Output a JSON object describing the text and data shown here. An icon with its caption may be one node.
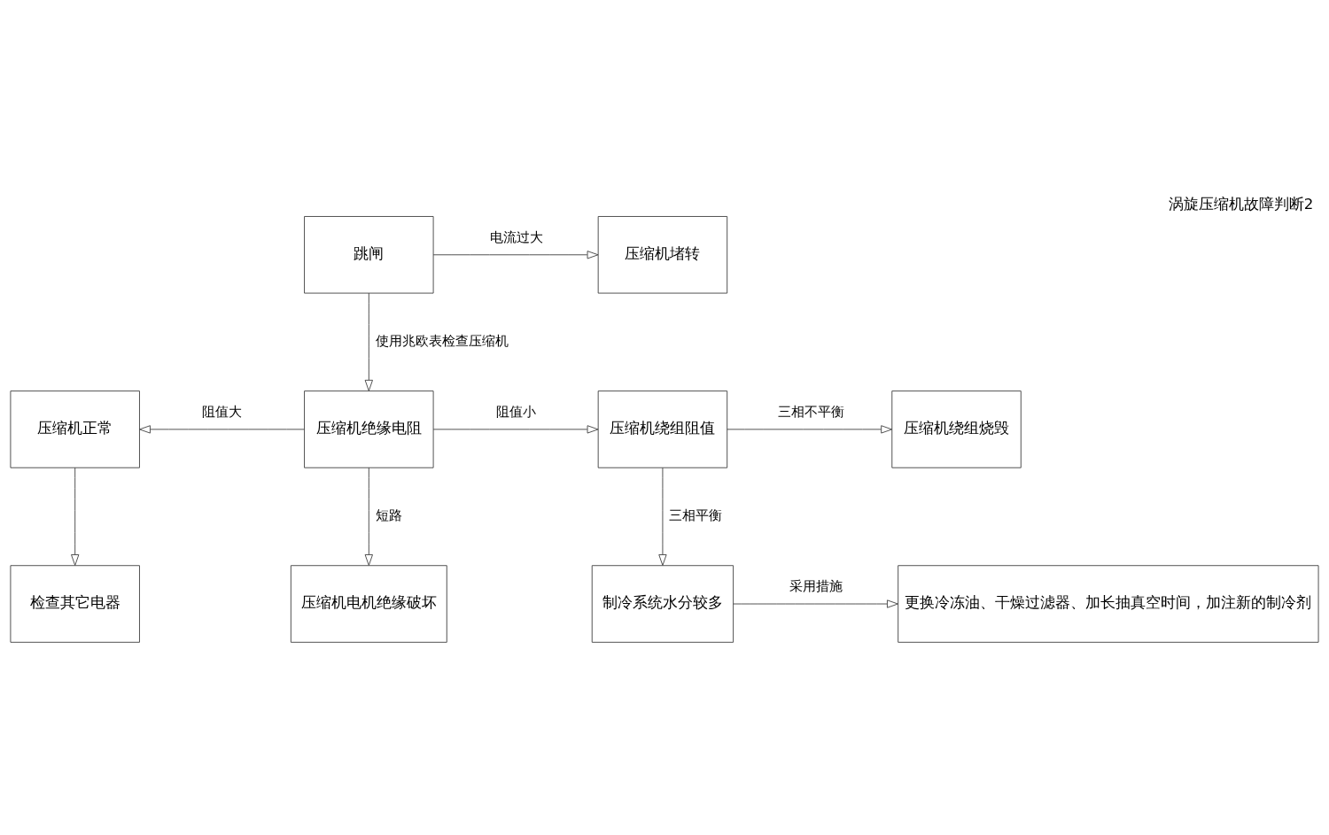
{
  "diagram": {
    "title": "涡旋压缩机故障判断2",
    "nodes": [
      {
        "text": [
          "跳闸"
        ]
      },
      {
        "text": [
          "压缩机堵转"
        ]
      },
      {
        "text": [
          "压缩机正常"
        ]
      },
      {
        "text": [
          "压缩机绝缘电阻"
        ]
      },
      {
        "text": [
          "压缩机绕组阻值"
        ]
      },
      {
        "text": [
          "压缩机绕组烧毁"
        ]
      },
      {
        "text": [
          "检查其它电器"
        ]
      },
      {
        "text": [
          "压缩机电机绝缘破坏"
        ]
      },
      {
        "text": [
          "制冷系统水分较多"
        ]
      },
      {
        "text": [
          "更换冷冻油、干燥过滤器、加长抽真空时间，加注新的制冷剂"
        ]
      }
    ],
    "edges": [
      {
        "from": 0,
        "to": 1,
        "arrow": "to",
        "label": "电流过大"
      },
      {
        "from": 0,
        "to": 3,
        "arrow": "to",
        "label": "使用兆欧表检查压缩机"
      },
      {
        "from": 3,
        "to": 2,
        "arrow": "to",
        "label": "阻值大"
      },
      {
        "from": 3,
        "to": 4,
        "arrow": "to",
        "label": "阻值小"
      },
      {
        "from": 4,
        "to": 5,
        "arrow": "to",
        "label": "三相不平衡"
      },
      {
        "from": 2,
        "to": 6,
        "arrow": "to"
      },
      {
        "from": 3,
        "to": 7,
        "arrow": "to",
        "label": "短路"
      },
      {
        "from": 4,
        "to": 8,
        "arrow": "to",
        "label": "三相平衡"
      },
      {
        "from": 8,
        "to": 9,
        "arrow": "to",
        "label": "采用措施"
      }
    ]
  }
}
